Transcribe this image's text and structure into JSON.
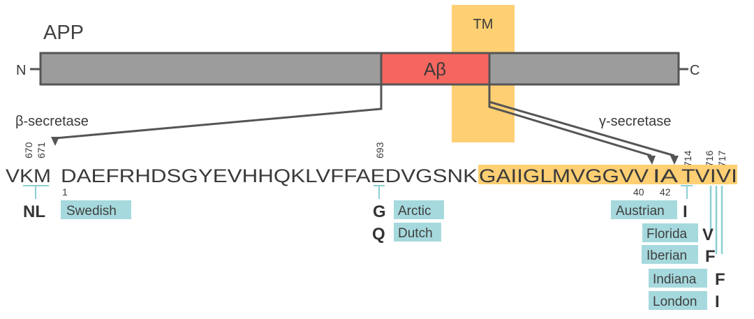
{
  "protein": {
    "name": "APP",
    "n_terminus": "N",
    "c_terminus": "C",
    "abeta_label": "Aβ",
    "tm_label": "TM"
  },
  "enzymes": {
    "beta": "β-secretase",
    "gamma": "γ-secretase"
  },
  "positions": {
    "p670": "670",
    "p671": "671",
    "p693": "693",
    "p714": "714",
    "p716": "716",
    "p717": "717",
    "p1": "1",
    "p40": "40",
    "p42": "42"
  },
  "sequence": {
    "pre": "VKM",
    "mid": "DAEFRHDSGYEVHHQKLVFFAEDVGSNK",
    "tm": "GAIIGLMVGGVV",
    "ia": "IA",
    "tail": "TVIVI"
  },
  "mutations": [
    {
      "residue": "NL",
      "name": "Swedish"
    },
    {
      "residue": "G",
      "name": "Arctic"
    },
    {
      "residue": "Q",
      "name": "Dutch"
    },
    {
      "residue": "I",
      "name": "Austrian"
    },
    {
      "residue": "V",
      "name": "Florida"
    },
    {
      "residue": "F",
      "name": "Iberian"
    },
    {
      "residue": "F",
      "name": "Indiana"
    },
    {
      "residue": "I",
      "name": "London"
    }
  ],
  "colors": {
    "bar": "#9c9c9c",
    "abeta": "#f4665e",
    "tm": "#ffcf73",
    "mutation_tag": "#a6d9dd"
  }
}
